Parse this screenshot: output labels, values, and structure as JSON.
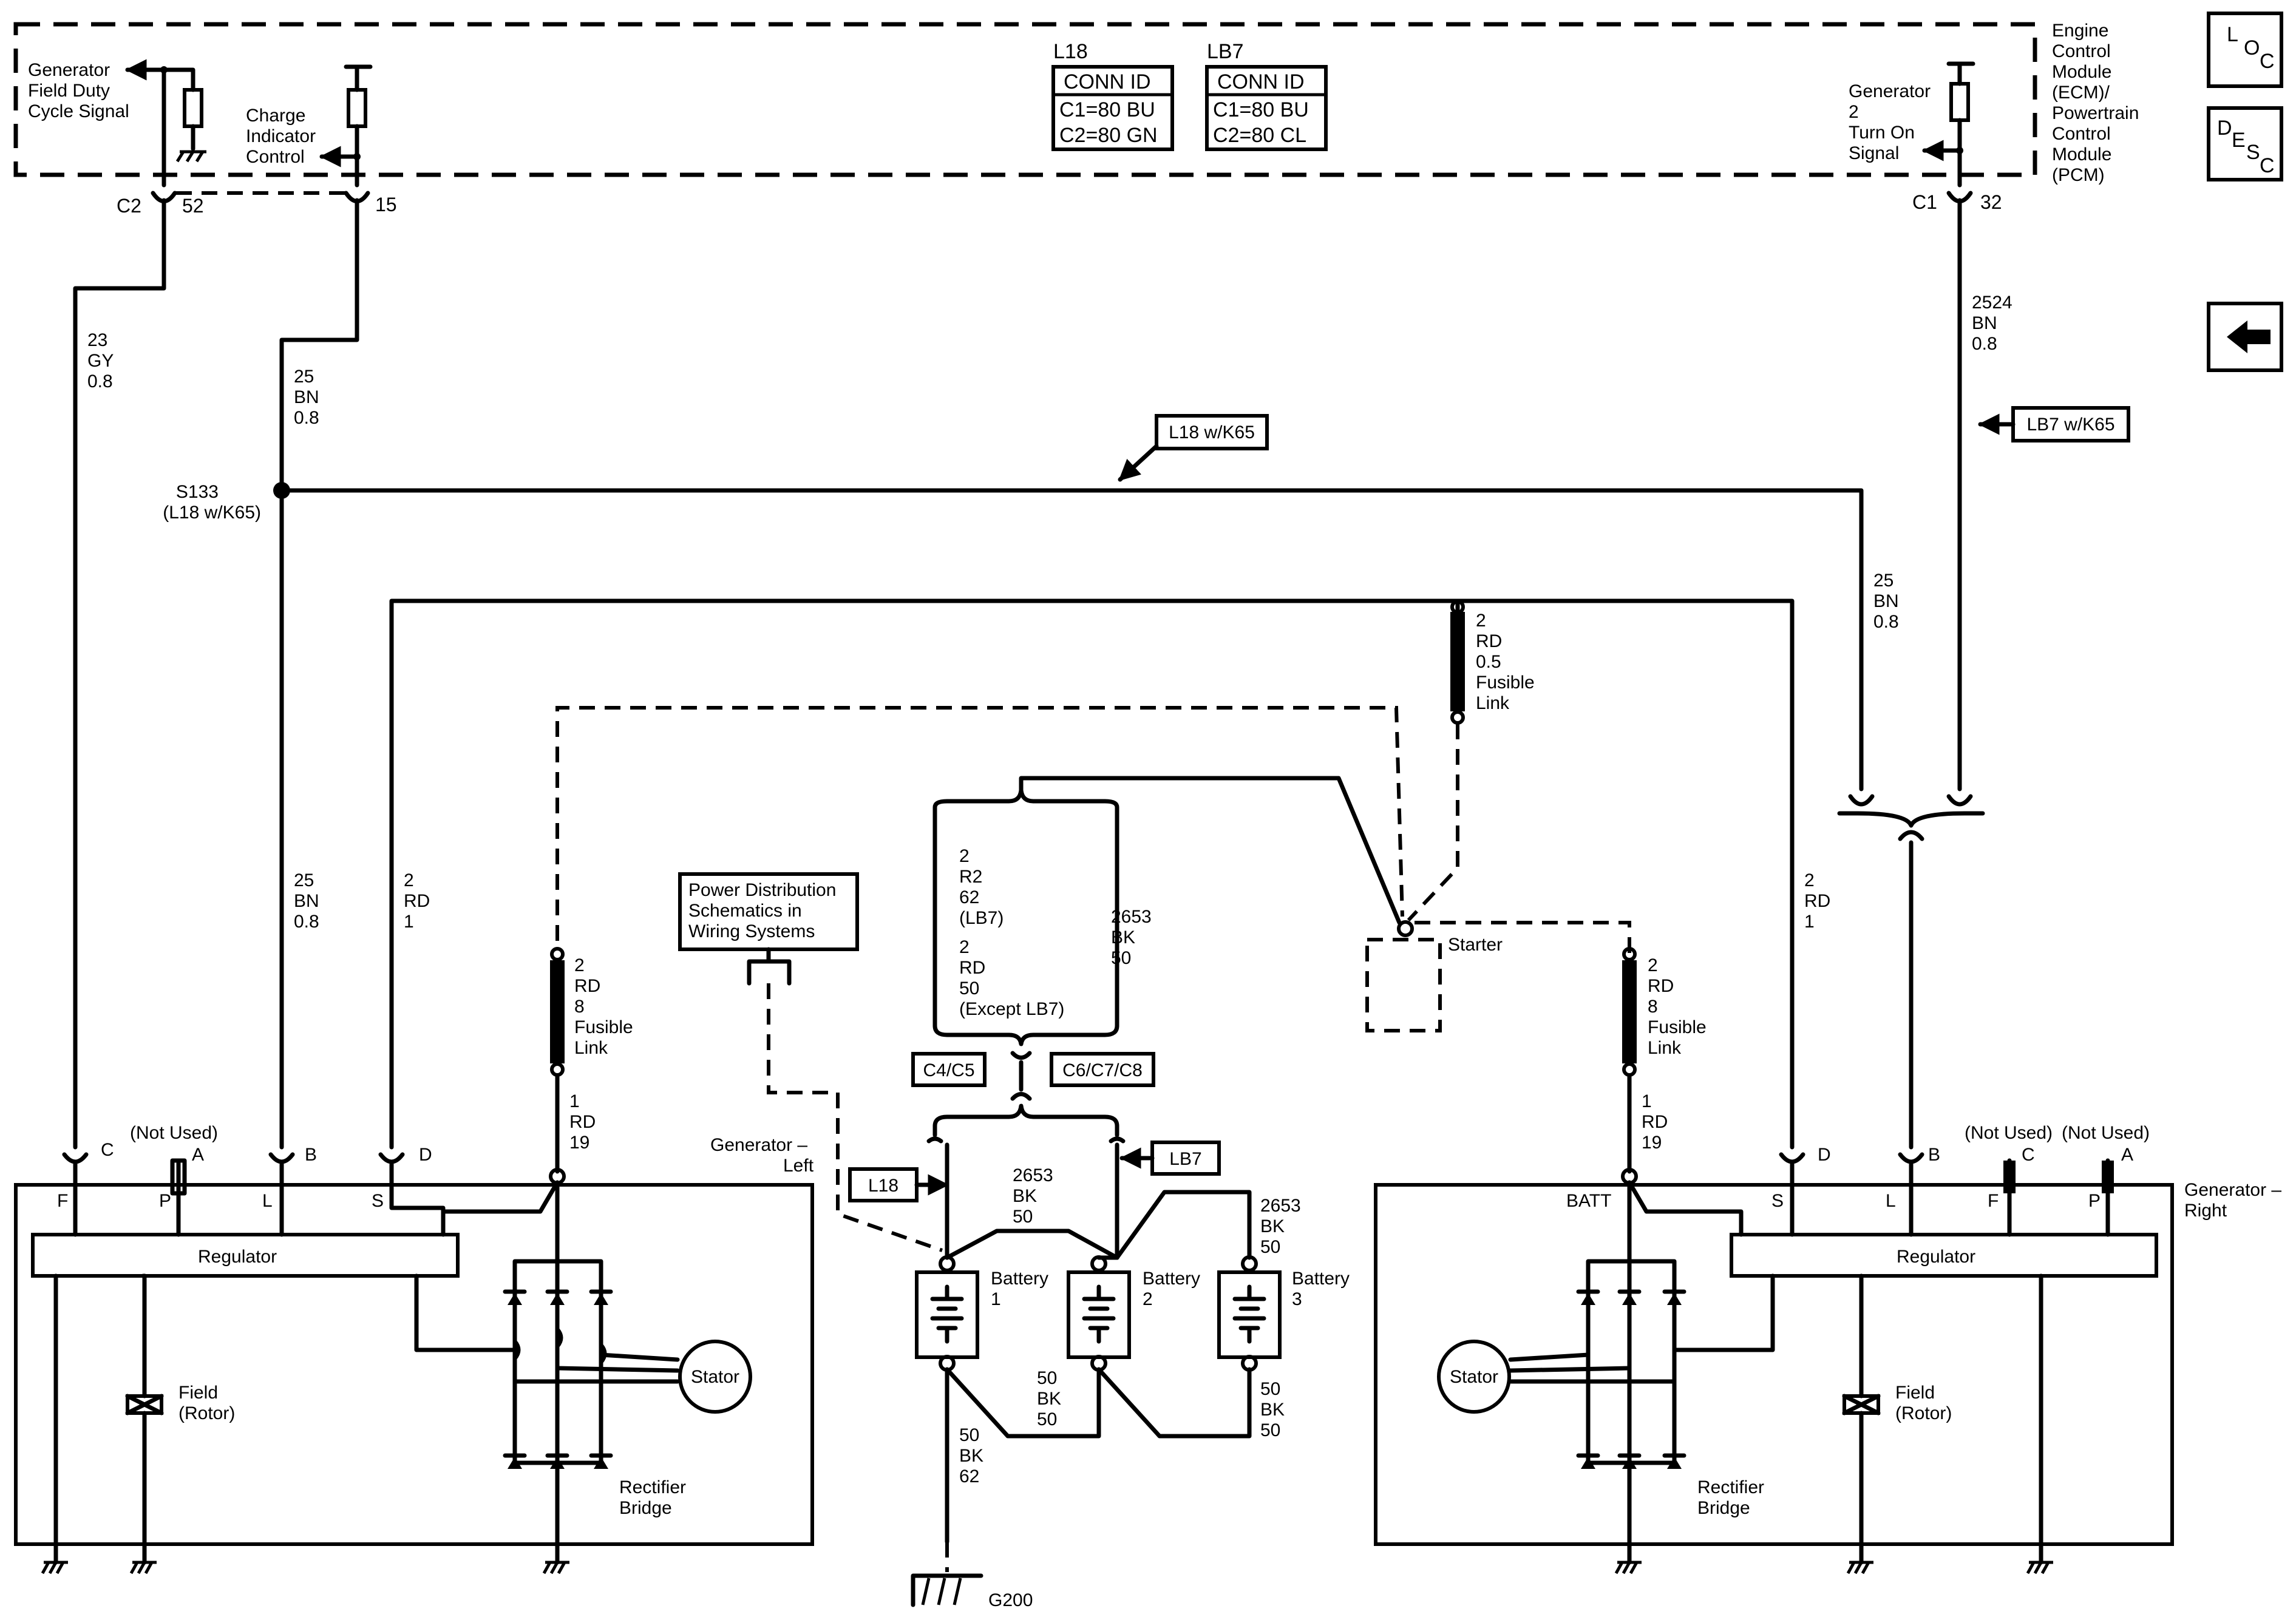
{
  "ecm": {
    "title_lines": [
      "Engine",
      "Control",
      "Module",
      "(ECM)/",
      "Powertrain",
      "Control",
      "Module",
      "(PCM)"
    ],
    "gen_field_lines": [
      "Generator",
      "Field Duty",
      "Cycle Signal"
    ],
    "charge_lines": [
      "Charge",
      "Indicator",
      "Control"
    ],
    "gen_turn_on_lines": [
      "Generator",
      "2",
      "Turn On",
      "Signal"
    ],
    "c2": "C2",
    "c2_pin": "52",
    "c2_pin2": "15",
    "c1": "C1",
    "c1_pin": "32"
  },
  "conn_tables": [
    {
      "heading": "L18",
      "rows": [
        "CONN ID",
        "C1=80 BU",
        "C2=80 GN"
      ]
    },
    {
      "heading": "LB7",
      "rows": [
        "CONN ID",
        "C1=80 BU",
        "C2=80 CL"
      ]
    }
  ],
  "nav": {
    "loc_letters": [
      "L",
      "O",
      "C"
    ],
    "desc_letters": [
      "D",
      "E",
      "S",
      "C"
    ]
  },
  "wires": {
    "w23": [
      "23",
      "GY",
      "0.8"
    ],
    "w25a": [
      "25",
      "BN",
      "0.8"
    ],
    "w25b": [
      "25",
      "BN",
      "0.8"
    ],
    "w25c": [
      "25",
      "BN",
      "0.8"
    ],
    "w2524": [
      "2524",
      "BN",
      "0.8"
    ],
    "w2rd_left": [
      "2",
      "RD",
      "1"
    ],
    "w2rd_right": [
      "2",
      "RD",
      "1"
    ],
    "fl_left": [
      "2",
      "RD",
      "8",
      "Fusible",
      "Link"
    ],
    "fl_right": [
      "2",
      "RD",
      "8",
      "Fusible",
      "Link"
    ],
    "fl_top": [
      "2",
      "RD",
      "0.5",
      "Fusible",
      "Link"
    ],
    "w1rd_left": [
      "1",
      "RD",
      "19"
    ],
    "w1rd_right": [
      "1",
      "RD",
      "19"
    ],
    "w2r2": [
      "2",
      "R2",
      "62",
      "(LB7)",
      "2",
      "RD",
      "50",
      "(Except LB7)"
    ],
    "w2653a": [
      "2653",
      "BK",
      "50"
    ],
    "w2653b": [
      "2653",
      "BK",
      "50"
    ],
    "w2653c": [
      "2653",
      "BK",
      "50"
    ],
    "w50a": [
      "50",
      "BK",
      "50"
    ],
    "w50b": [
      "50",
      "BK",
      "50"
    ],
    "w50c": [
      "50",
      "BK",
      "62"
    ]
  },
  "splice": {
    "name": "S133",
    "note": "(L18 w/K65)"
  },
  "tags": {
    "l18k65": "L18 w/K65",
    "lb7k65": "LB7 w/K65",
    "l18": "L18",
    "lb7": "LB7",
    "c4c5": "C4/C5",
    "c6c7c8": "C6/C7/C8"
  },
  "power_dist_lines": [
    "Power Distribution",
    "Schematics in",
    "Wiring Systems"
  ],
  "starter": "Starter",
  "ground": "G200",
  "batteries": [
    {
      "label": [
        "Battery",
        "1"
      ]
    },
    {
      "label": [
        "Battery",
        "2"
      ]
    },
    {
      "label": [
        "Battery",
        "3"
      ]
    }
  ],
  "gen_left": {
    "name_lines": [
      "Generator –",
      "Left"
    ],
    "pins_top": [
      "C",
      "(Not Used)",
      "A",
      "B",
      "D"
    ],
    "pins_inside": [
      "F",
      "P",
      "L",
      "S"
    ],
    "regulator": "Regulator",
    "field": [
      "Field",
      "(Rotor)"
    ],
    "stator": "Stator",
    "rectifier": [
      "Rectifier",
      "Bridge"
    ]
  },
  "gen_right": {
    "name_lines": [
      "Generator –",
      "Right"
    ],
    "pins_top": [
      "D",
      "B",
      "(Not Used)",
      "C",
      "(Not Used)",
      "A"
    ],
    "pins_inside": [
      "BATT",
      "S",
      "L",
      "F",
      "P"
    ],
    "regulator": "Regulator",
    "field": [
      "Field",
      "(Rotor)"
    ],
    "stator": "Stator",
    "rectifier": [
      "Rectifier",
      "Bridge"
    ]
  }
}
